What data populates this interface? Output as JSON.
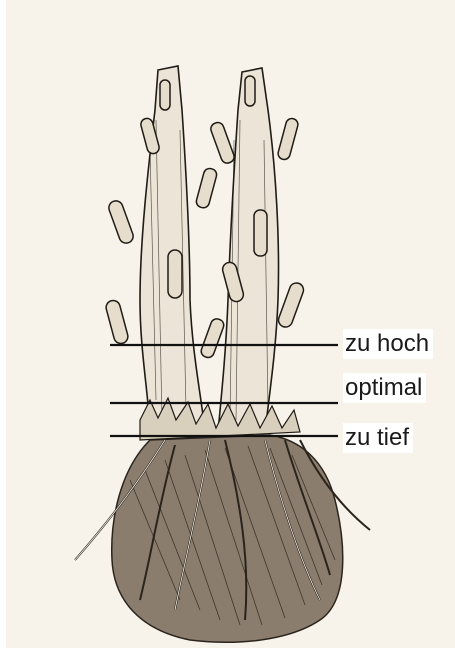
{
  "labels": {
    "too_high": "zu hoch",
    "optimal": "optimal",
    "too_deep": "zu tief"
  },
  "colors": {
    "paper": "#f8f3ea",
    "ink": "#1f1b16",
    "bark": "#e9e0d2",
    "root": "#5a4e42"
  }
}
